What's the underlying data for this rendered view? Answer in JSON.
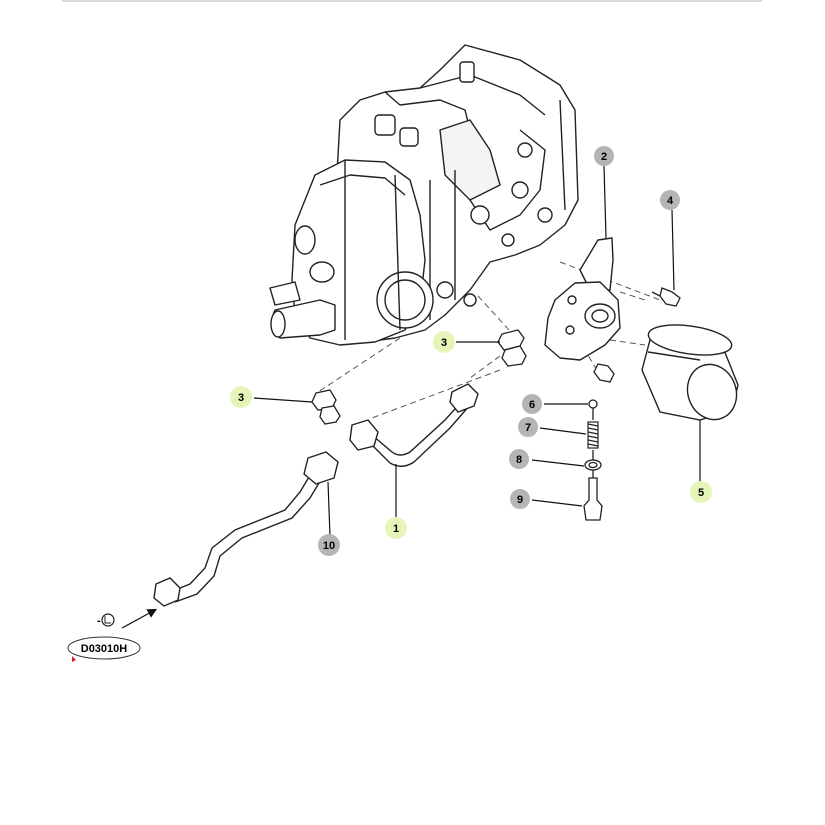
{
  "diagram": {
    "reference_code": "D03010H",
    "flow_marker": "-",
    "colors": {
      "highlight_callout": "#e4f5b7",
      "standard_callout": "#b5b5b5",
      "line": "#222222",
      "leader_arrow": "#e02020"
    },
    "callouts": [
      {
        "id": "1",
        "label": "1",
        "style": "highlight"
      },
      {
        "id": "2",
        "label": "2",
        "style": "standard"
      },
      {
        "id": "3a",
        "label": "3",
        "style": "highlight"
      },
      {
        "id": "3b",
        "label": "3",
        "style": "highlight"
      },
      {
        "id": "4",
        "label": "4",
        "style": "standard"
      },
      {
        "id": "5",
        "label": "5",
        "style": "highlight"
      },
      {
        "id": "6",
        "label": "6",
        "style": "standard"
      },
      {
        "id": "7",
        "label": "7",
        "style": "standard"
      },
      {
        "id": "8",
        "label": "8",
        "style": "standard"
      },
      {
        "id": "9",
        "label": "9",
        "style": "standard"
      },
      {
        "id": "10",
        "label": "10",
        "style": "standard"
      }
    ]
  }
}
